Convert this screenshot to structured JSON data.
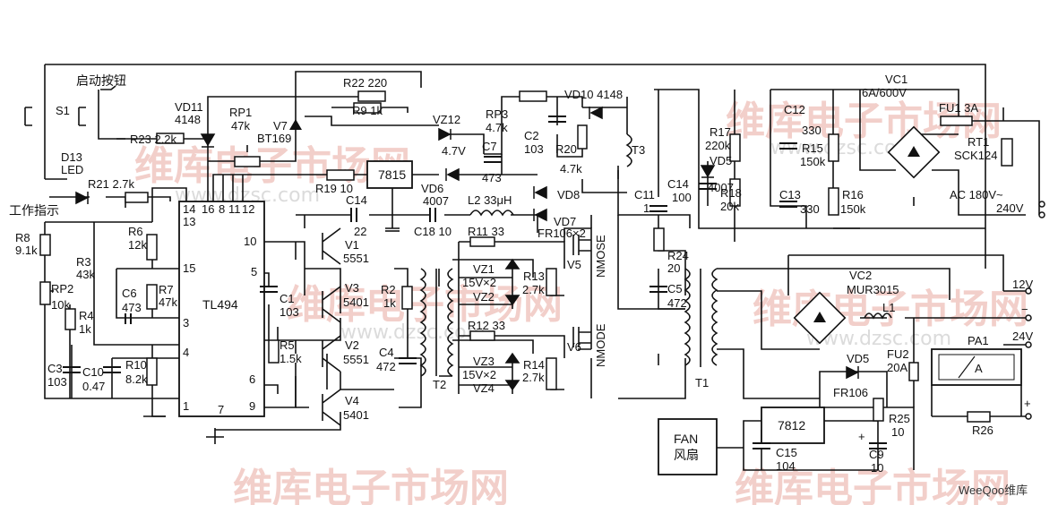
{
  "labels": {
    "start_button": "启动按钮",
    "s1": "S1",
    "d13": "D13",
    "led": "LED",
    "work_indicator": "工作指示",
    "r21": "R21 2.7k",
    "r23": "R23 2.2k",
    "vd11": "VD11",
    "vd11_val": "4148",
    "rp1": "RP1",
    "rp1_val": "47k",
    "v7": "V7",
    "v7_val": "BT169",
    "r22": "R22 220",
    "r9": "R9 1k",
    "vz12": "VZ12",
    "vz12_val": "4.7V",
    "rp3": "RP3",
    "rp3_val": "4.7k",
    "c2": "C2",
    "c2_val": "103",
    "r20": "R20",
    "r20_val": "4.7k",
    "c7": "C7",
    "c7_val": "473",
    "vd10": "VD10 4148",
    "t3": "T3",
    "vc1": "VC1",
    "vc1_val": "6A/600V",
    "fu1": "FU1 3A",
    "rt1": "RT1",
    "rt1_val": "SCK124",
    "c12": "C12",
    "c12_val": "330",
    "r15": "R15",
    "r15_val": "150k",
    "r17": "R17",
    "r17_val": "220k",
    "vd5a": "VD5",
    "vd5a_val": "4007",
    "c14b": "C14",
    "c14b_val": "100",
    "r18": "R18",
    "r18_val": "20k",
    "c13": "C13",
    "c13_val": "330",
    "r16": "R16",
    "r16_val": "150k",
    "ac_in": "AC 180V~",
    "ac_in2": "240V",
    "ic_7815": "7815",
    "r19": "R19 10",
    "vd6": "VD6",
    "vd6_val": "4007",
    "l2": "L2 33μH",
    "vd8": "VD8",
    "vd7": "VD7",
    "fr106x2": "FR106×2",
    "c11": "C11",
    "c11_val": "1",
    "c14a": "C14",
    "c14a_val": "22",
    "c18": "C18 10",
    "ic_tl494": "TL494",
    "pin14": "14",
    "pin16": "16",
    "pin8": "8",
    "pin11": "11",
    "pin12": "12",
    "pin13": "13",
    "pin15": "15",
    "pin3": "3",
    "pin4": "4",
    "pin1": "1",
    "pin7": "7",
    "pin9": "9",
    "pin6": "6",
    "pin5": "5",
    "pin10": "10",
    "r8": "R8",
    "r8_val": "9.1k",
    "r3": "R3",
    "r3_val": "43k",
    "rp2": "RP2",
    "rp2_val": "10k",
    "r4": "R4",
    "r4_val": "1k",
    "c3": "C3",
    "c3_val": "103",
    "c10": "C10",
    "c10_val": "0.47",
    "r6": "R6",
    "r6_val": "12k",
    "c6": "C6",
    "c6_val": "473",
    "r7": "R7",
    "r7_val": "47k",
    "r10": "R10",
    "r10_val": "8.2k",
    "c1": "C1",
    "c1_val": "103",
    "r5": "R5",
    "r5_val": "1.5k",
    "v1": "V1",
    "v1_val": "5551",
    "v3": "V3",
    "v3_val": "5401",
    "v2": "V2",
    "v2_val": "5551",
    "v4": "V4",
    "v4_val": "5401",
    "r2": "R2",
    "r2_val": "1k",
    "c4": "C4",
    "c4_val": "472",
    "t2": "T2",
    "r11": "R11 33",
    "vz1": "VZ1",
    "vz_val": "15V×2",
    "vz2": "VZ2",
    "r13": "R13",
    "r13_val": "2.7k",
    "v5": "V5",
    "nmose1": "NMOSE",
    "r12": "R12 33",
    "vz3": "VZ3",
    "vz4": "VZ4",
    "r14": "R14",
    "r14_val": "2.7k",
    "v6": "V6",
    "nmode2": "NMODE",
    "r24": "R24",
    "r24_val": "20",
    "c5": "C5",
    "c5_val": "472",
    "t1": "T1",
    "vc2": "VC2",
    "vc2_val": "MUR3015",
    "l1": "L1",
    "out12": "12V",
    "minus": "−",
    "out24": "24V",
    "fu2": "FU2",
    "fu2_val": "20A",
    "pa1": "PA1",
    "ammeter": "A",
    "plus": "+",
    "vd5b": "VD5",
    "fr106": "FR106",
    "r25": "R25",
    "r25_val": "10",
    "r26": "R26",
    "ic_7812": "7812",
    "fan": "FAN",
    "fan_cn": "风扇",
    "c15": "C15",
    "c15_val": "104",
    "c9": "C9",
    "c9_val": "10",
    "plus_sign": "+"
  },
  "watermarks": {
    "brand_cn": "维库电子市场网",
    "url": "www.dzsc.com",
    "corner": "WeeQoo维库"
  }
}
